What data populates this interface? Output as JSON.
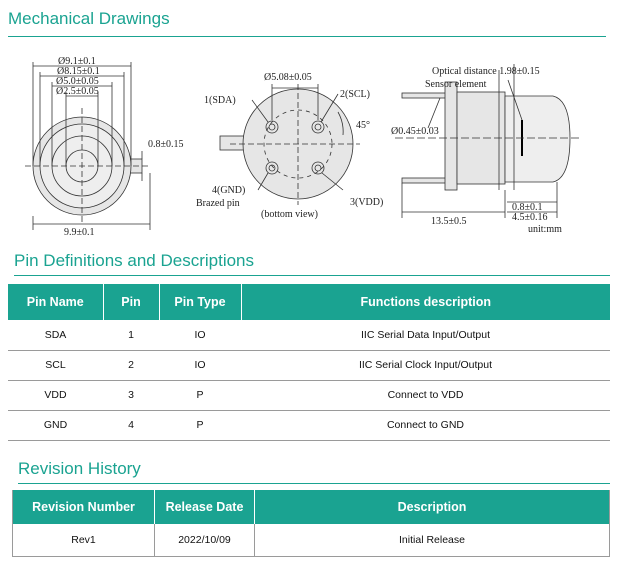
{
  "sections": {
    "mechanical": "Mechanical Drawings",
    "pins": "Pin Definitions and Descriptions",
    "revision": "Revision History"
  },
  "drawing": {
    "d1": "Ø9.1±0.1",
    "d2": "Ø8.15±0.1",
    "d3": "Ø5.0±0.05",
    "d4": "Ø2.5±0.05",
    "tab": "0.8±0.15",
    "width": "9.9±0.1",
    "pcd": "Ø5.08±0.05",
    "sda": "1(SDA)",
    "scl": "2(SCL)",
    "angle": "45°",
    "gnd": "4(GND)",
    "brazed": "Brazed pin",
    "vdd": "3(VDD)",
    "bottom": "(bottom view)",
    "optical": "Optical distance 1.98±0.15",
    "sensor": "Sensor element",
    "pin_d": "Ø0.45±0.03",
    "len": "13.5±0.5",
    "s1": "0.8±0.1",
    "s2": "4.5±0.16",
    "unit": "unit:mm"
  },
  "pin_table": {
    "headers": [
      "Pin Name",
      "Pin",
      "Pin Type",
      "Functions description"
    ],
    "rows": [
      [
        "SDA",
        "1",
        "IO",
        "IIC Serial Data Input/Output"
      ],
      [
        "SCL",
        "2",
        "IO",
        "IIC Serial Clock Input/Output"
      ],
      [
        "VDD",
        "3",
        "P",
        "Connect to VDD"
      ],
      [
        "GND",
        "4",
        "P",
        "Connect to GND"
      ]
    ]
  },
  "revision_table": {
    "headers": [
      "Revision Number",
      "Release Date",
      "Description"
    ],
    "rows": [
      [
        "Rev1",
        "2022/10/09",
        "Initial Release"
      ]
    ]
  }
}
